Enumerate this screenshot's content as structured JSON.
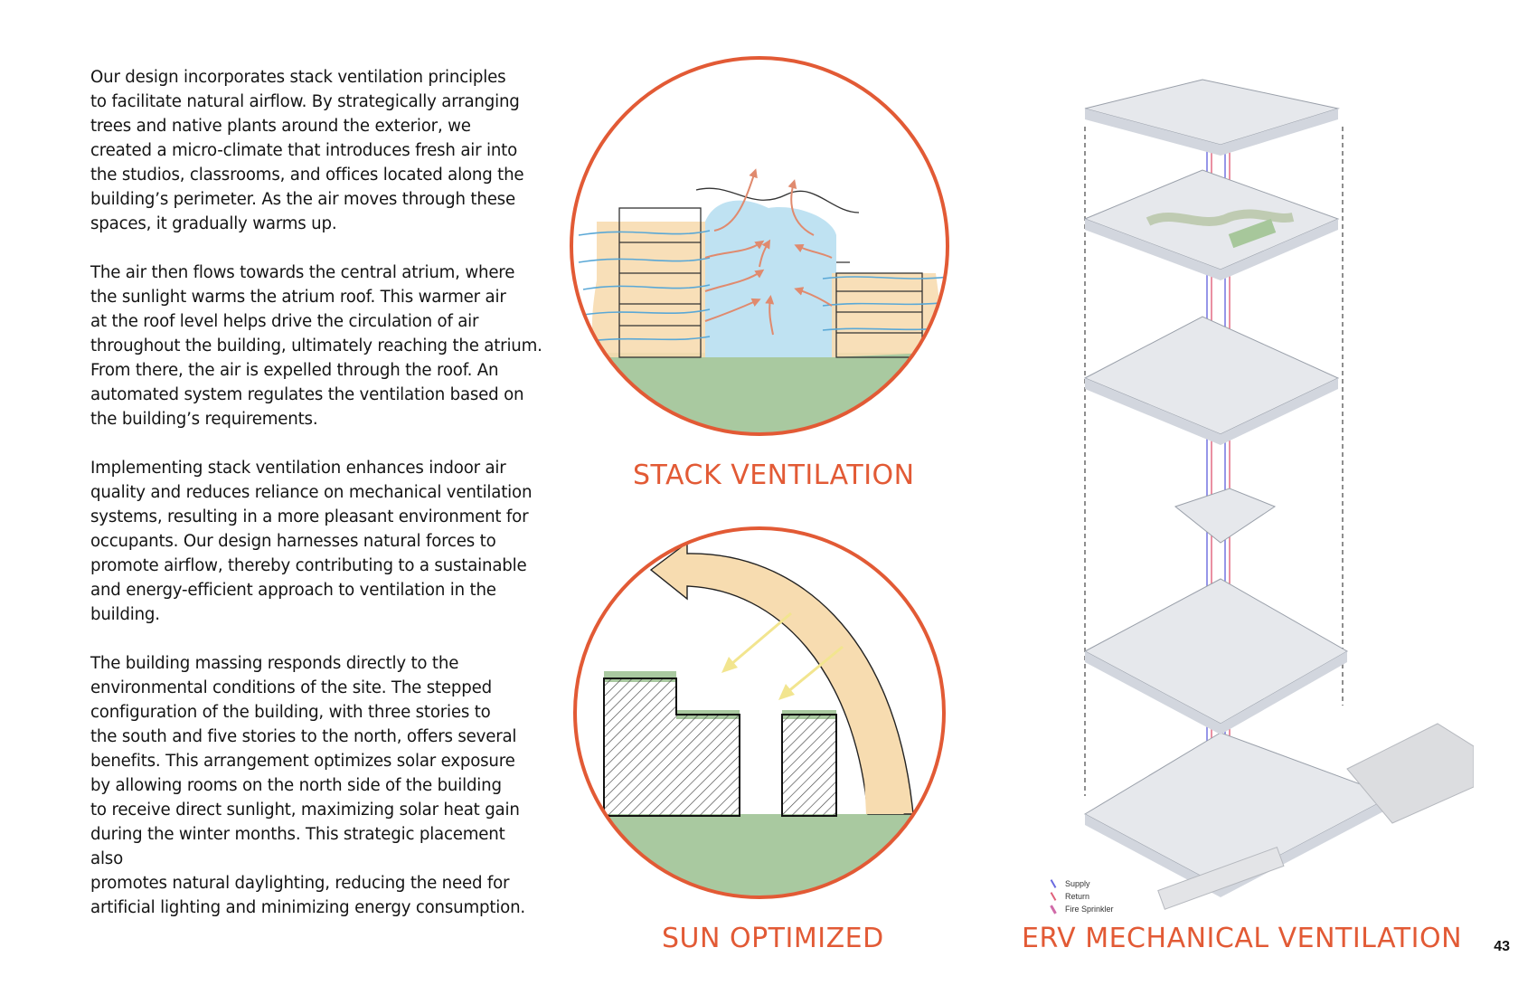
{
  "paragraphs": [
    "Our design incorporates stack ventilation principles\nto facilitate natural airflow. By strategically arranging\ntrees and native plants around the exterior, we\ncreated a micro-climate that introduces fresh air into\nthe studios, classrooms, and offices located along the\nbuilding’s perimeter. As the air moves through these\nspaces, it gradually warms up.",
    "The air then flows towards the central atrium, where\nthe sunlight warms the atrium roof. This warmer air\nat the roof level helps drive the circulation of air\nthroughout the building, ultimately reaching the atrium.\nFrom there, the air is expelled through the roof. An\nautomated system regulates the ventilation based on\nthe building’s requirements.",
    "Implementing stack ventilation enhances indoor air\nquality and reduces reliance on mechanical ventilation\nsystems, resulting in a more pleasant environment for\noccupants. Our design harnesses natural forces to\npromote airflow, thereby contributing to a sustainable\nand energy-efficient approach to ventilation in the\nbuilding.",
    "The building massing responds directly to the\nenvironmental conditions of the site. The stepped\nconfiguration of the building, with three stories to\nthe south and five stories to the north, offers several\nbenefits. This arrangement optimizes solar exposure\nby allowing rooms on the north side of the building\nto receive direct sunlight, maximizing solar heat gain\nduring the winter months. This strategic placement also\npromotes natural daylighting, reducing the need for\nartificial lighting and minimizing energy consumption."
  ],
  "captions": {
    "stack": "STACK VENTILATION",
    "sun": "SUN OPTIMIZED",
    "erv": "ERV MECHANICAL VENTILATION"
  },
  "legend": {
    "supply": "Supply",
    "return": "Return",
    "fire": "Fire Sprinkler"
  },
  "colors": {
    "accent": "#e25a35",
    "supply": "#6a6adf",
    "return": "#e0607a",
    "fire": "#d06aa8",
    "ground": "#a9c9a0",
    "sky": "#bfe2f2",
    "building": "#f7dcb0"
  },
  "page_number": "43"
}
